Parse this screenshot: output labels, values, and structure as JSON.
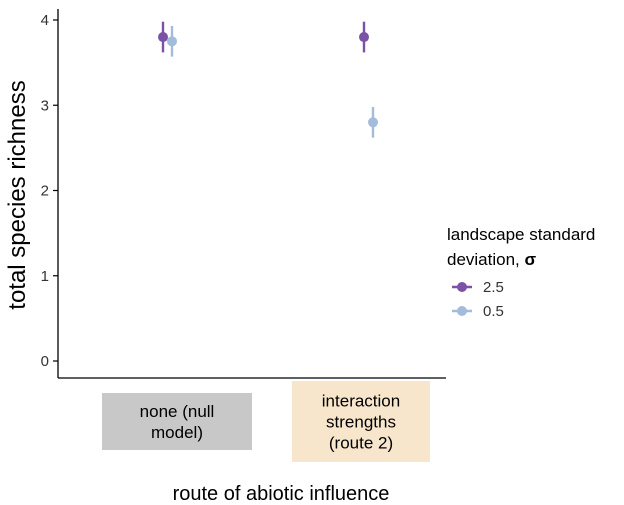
{
  "chart_data": {
    "type": "scatter",
    "xlabel": "route of abiotic influence",
    "ylabel": "total species richness",
    "ylim": [
      0,
      4
    ],
    "yticks": [
      "0",
      "1",
      "2",
      "3",
      "4"
    ],
    "categories": [
      {
        "label_lines": [
          "none (null",
          "model)"
        ],
        "box_color": "#c8c8c8"
      },
      {
        "label_lines": [
          "interaction",
          "strengths",
          "(route 2)"
        ],
        "box_color": "#f7e6cc"
      }
    ],
    "legend": {
      "title_lines": [
        "landscape standard",
        "deviation, "
      ],
      "symbol": "σ",
      "placement": "right"
    },
    "series": [
      {
        "name": "2.5",
        "color": "#7b52a6",
        "values": [
          3.8,
          3.8
        ],
        "lower": [
          3.62,
          3.62
        ],
        "upper": [
          3.98,
          3.98
        ]
      },
      {
        "name": "0.5",
        "color": "#a4bcdc",
        "values": [
          3.75,
          2.8
        ],
        "lower": [
          3.57,
          2.62
        ],
        "upper": [
          3.93,
          2.98
        ]
      }
    ],
    "grid": false
  }
}
